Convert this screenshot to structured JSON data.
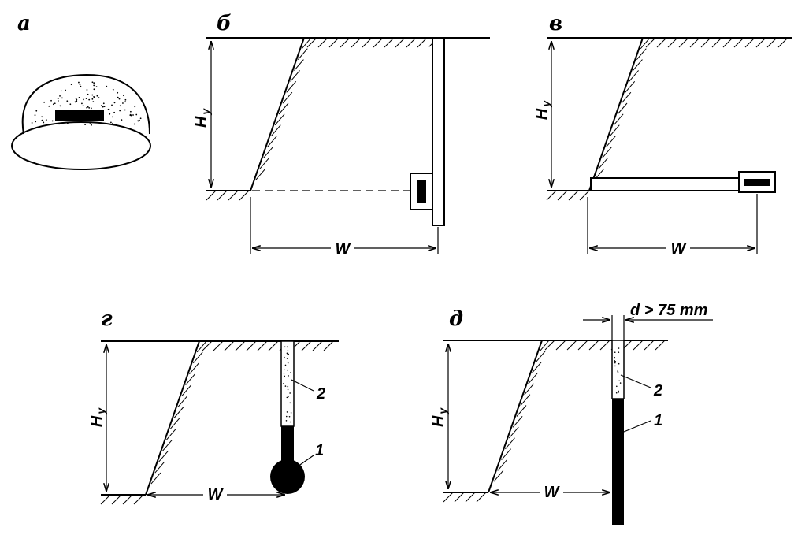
{
  "panels": {
    "a": {
      "label": "а"
    },
    "b": {
      "label": "б",
      "height_label": "H",
      "height_sub": "у",
      "width_label": "W"
    },
    "v": {
      "label": "в",
      "height_label": "H",
      "height_sub": "у",
      "width_label": "W"
    },
    "g": {
      "label": "г",
      "height_label": "H",
      "height_sub": "у",
      "width_label": "W",
      "callout_1": "1",
      "callout_2": "2"
    },
    "d": {
      "label": "д",
      "height_label": "H",
      "height_sub": "у",
      "width_label": "W",
      "callout_1": "1",
      "callout_2": "2",
      "diameter_label": "d > 75 mm"
    }
  },
  "colors": {
    "ink": "#000000",
    "background": "#ffffff"
  }
}
